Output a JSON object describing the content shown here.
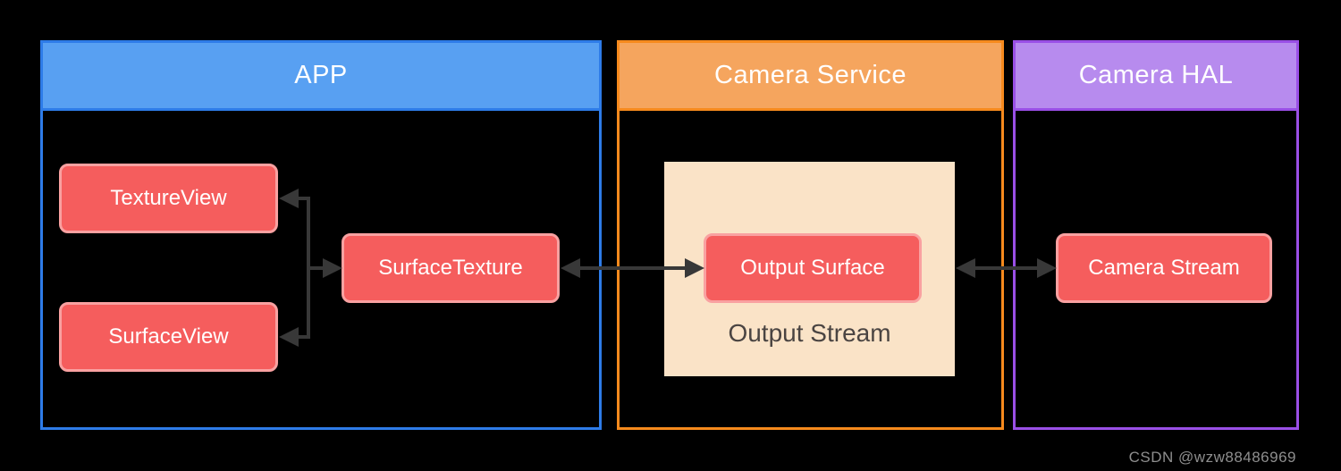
{
  "page": {
    "watermark": "CSDN @wzw88486969"
  },
  "diagram": {
    "containers": [
      {
        "id": "app",
        "title": "APP"
      },
      {
        "id": "camera-service",
        "title": "Camera Service"
      },
      {
        "id": "camera-hal",
        "title": "Camera HAL"
      }
    ],
    "nodes": [
      {
        "id": "texture-view",
        "label": "TextureView",
        "container": "app"
      },
      {
        "id": "surface-view",
        "label": "SurfaceView",
        "container": "app"
      },
      {
        "id": "surface-texture",
        "label": "SurfaceTexture",
        "container": "app"
      },
      {
        "id": "output-surface",
        "label": "Output Surface",
        "container": "camera-service"
      },
      {
        "id": "camera-stream",
        "label": "Camera Stream",
        "container": "camera-hal"
      }
    ],
    "group": {
      "id": "output-stream",
      "label": "Output Stream",
      "container": "camera-service",
      "contains": [
        "output-surface"
      ]
    },
    "edges": [
      {
        "endpoints": [
          "SurfaceTexture",
          "TextureView"
        ],
        "arrowhead_at": [
          "TextureView"
        ]
      },
      {
        "endpoints": [
          "SurfaceTexture",
          "SurfaceView"
        ],
        "arrowhead_at": [
          "SurfaceView"
        ]
      },
      {
        "endpoints": [
          "fork-junction",
          "SurfaceTexture"
        ],
        "arrowhead_at": [
          "SurfaceTexture"
        ]
      },
      {
        "endpoints": [
          "SurfaceTexture",
          "Output Surface"
        ],
        "arrowhead_at": [
          "SurfaceTexture",
          "Output Surface"
        ]
      },
      {
        "endpoints": [
          "Output Stream",
          "Camera Stream"
        ],
        "arrowhead_at": [
          "Output Stream",
          "Camera Stream"
        ]
      }
    ],
    "colors": {
      "background": "#000000",
      "app_accent": "#2E7CE8",
      "app_header": "#58A0F2",
      "service_accent": "#F68A1D",
      "service_header": "#F5A55E",
      "hal_accent": "#9A4FE6",
      "hal_header": "#B78BEE",
      "node_fill": "#F55D5D",
      "node_border": "#F9A1A1",
      "node_text": "#FFFFFF",
      "title_text": "#FFFFFF",
      "group_fill": "#FAE3C7",
      "group_label": "#4A4442",
      "arrow": "#383838",
      "watermark_text": "#8E8E8E"
    }
  }
}
